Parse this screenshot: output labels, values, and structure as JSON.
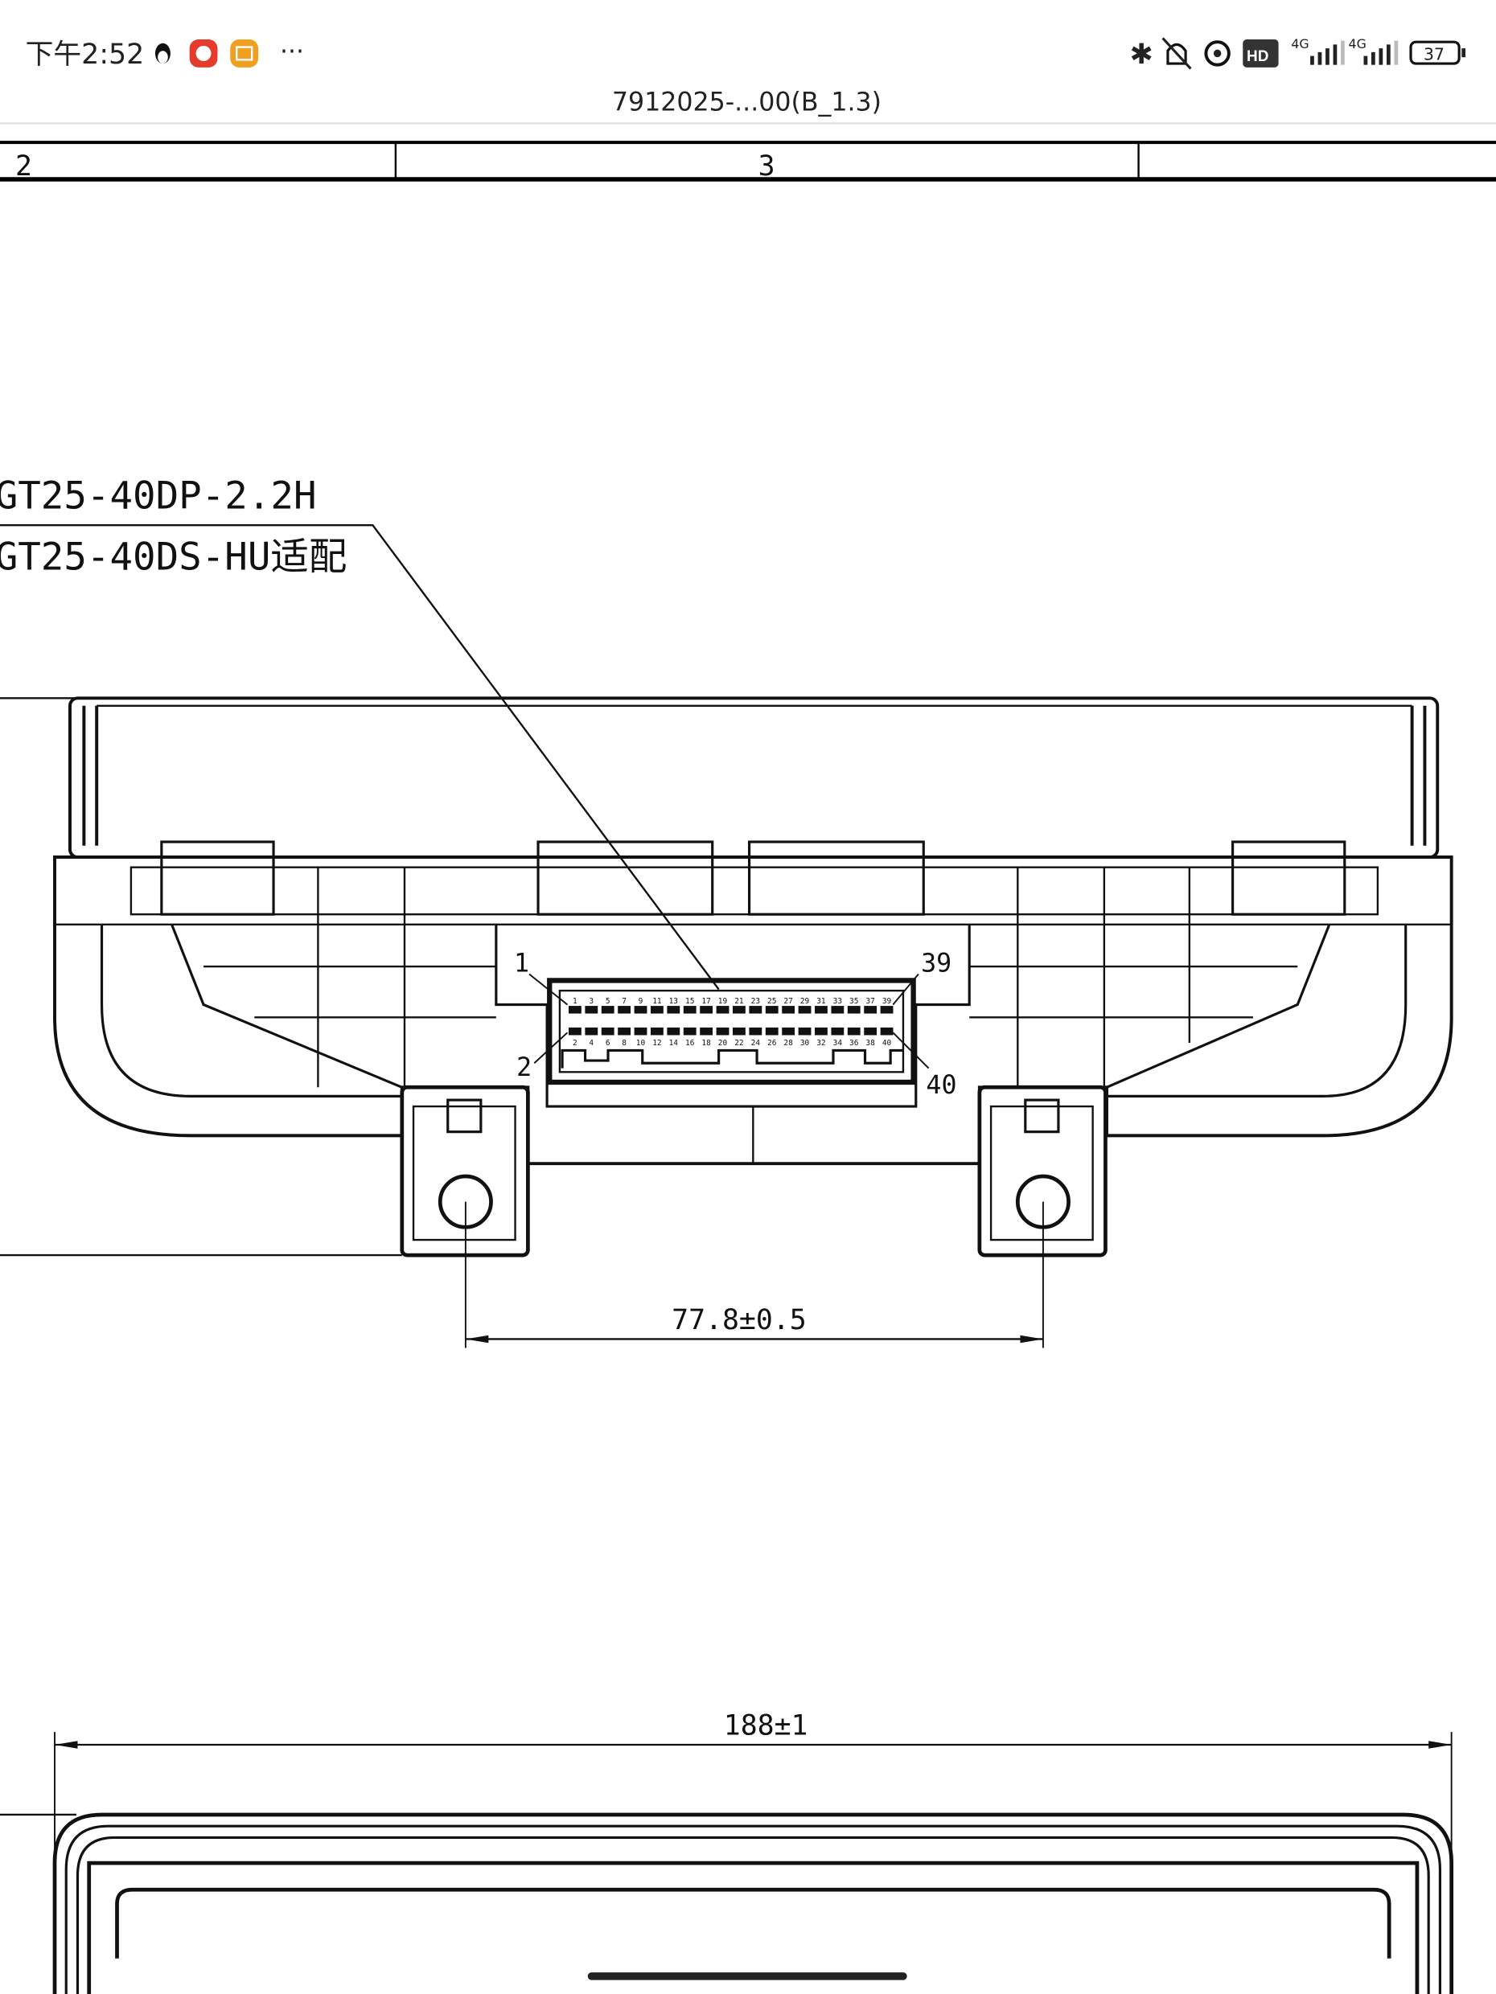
{
  "status_bar": {
    "time": "下午2:52",
    "more": "···",
    "hd_badge": "HD",
    "network_1": "4G",
    "network_2": "4G",
    "battery": "37",
    "icons": [
      "qq-icon",
      "app-icon",
      "mail-icon",
      "bluetooth-icon",
      "mute-bell-icon",
      "alarm-icon",
      "hd-icon",
      "signal-icon",
      "signal-icon",
      "battery-icon"
    ]
  },
  "document": {
    "title": "7912025-...00(B_1.3)"
  },
  "drawing": {
    "zone_labels": [
      "2",
      "3"
    ],
    "part_label_1": "GT25-40DP-2.2H",
    "part_label_2": "GT25-40DS-HU适配",
    "pin_callouts": {
      "p1": "1",
      "p2": "2",
      "p39": "39",
      "p40": "40"
    },
    "odd_pins": [
      "1",
      "3",
      "5",
      "7",
      "9",
      "11",
      "13",
      "15",
      "17",
      "19",
      "21",
      "23",
      "25",
      "27",
      "29",
      "31",
      "33",
      "35",
      "37",
      "39"
    ],
    "even_pins": [
      "2",
      "4",
      "6",
      "8",
      "10",
      "12",
      "14",
      "16",
      "18",
      "20",
      "22",
      "24",
      "26",
      "28",
      "30",
      "32",
      "34",
      "36",
      "38",
      "40"
    ],
    "dim_mount_spacing": "77.8±0.5",
    "dim_overall_width": "188±1"
  }
}
